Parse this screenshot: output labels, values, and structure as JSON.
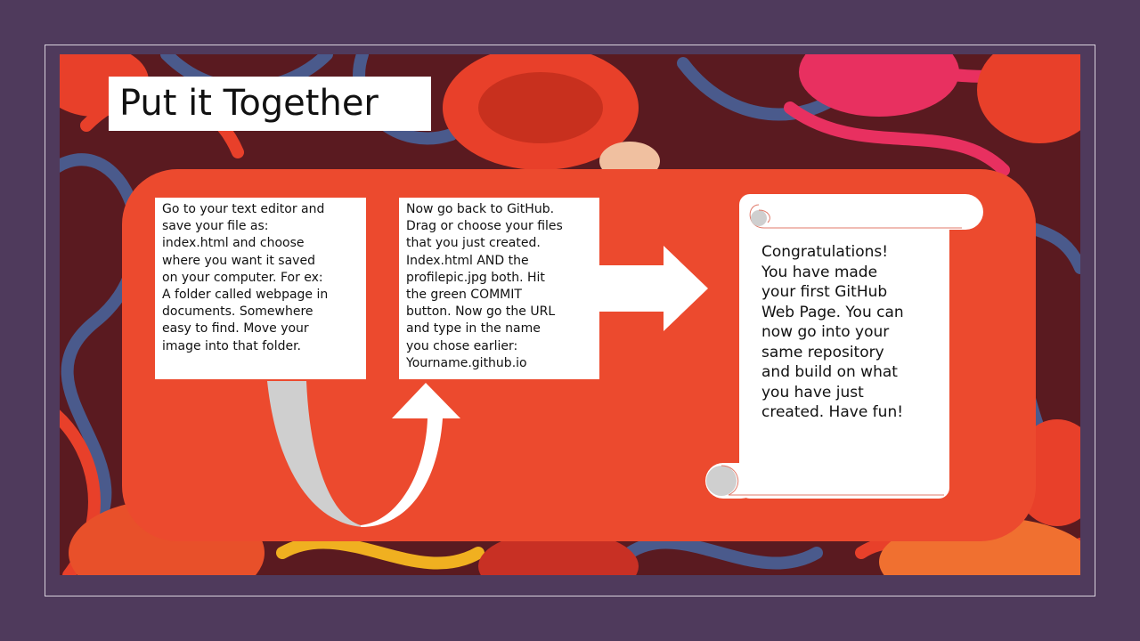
{
  "slide": {
    "title": "Put it Together",
    "step_one_lines": [
      "Go to your text editor and",
      "save your file as:",
      "index.html and choose",
      "where you want it saved",
      "on your computer. For ex:",
      "A folder called webpage  in",
      "documents. Somewhere",
      "easy to find. Move your",
      "image into that folder."
    ],
    "step_two_lines": [
      "Now go back to GitHub.",
      "Drag or choose your files",
      "that you just created.",
      "Index.html AND the",
      "profilepic.jpg both. Hit",
      "the green COMMIT",
      "button. Now go the URL",
      "and type in the name",
      "you chose earlier:",
      "Yourname.github.io"
    ],
    "scroll_lines": [
      "Congratulations!",
      "You have made",
      "your first GitHub",
      "Web Page. You can",
      "now go into your",
      "same repository",
      "and build on what",
      "you have just",
      "created. Have fun!"
    ]
  },
  "colors": {
    "frame_background": "#4f3a5c",
    "panel": "#ec4a2e",
    "art_dark": "#5a1a20",
    "art_red": "#e8402a",
    "art_blue": "#4a5a8c",
    "art_pink": "#e83060",
    "text_box": "#ffffff",
    "curved_arrow_shadow": "#cfcfcf"
  },
  "icons": {
    "right_arrow": "right-arrow-icon",
    "curved_arrow": "curved-up-arrow-icon",
    "scroll": "scroll-shape"
  }
}
